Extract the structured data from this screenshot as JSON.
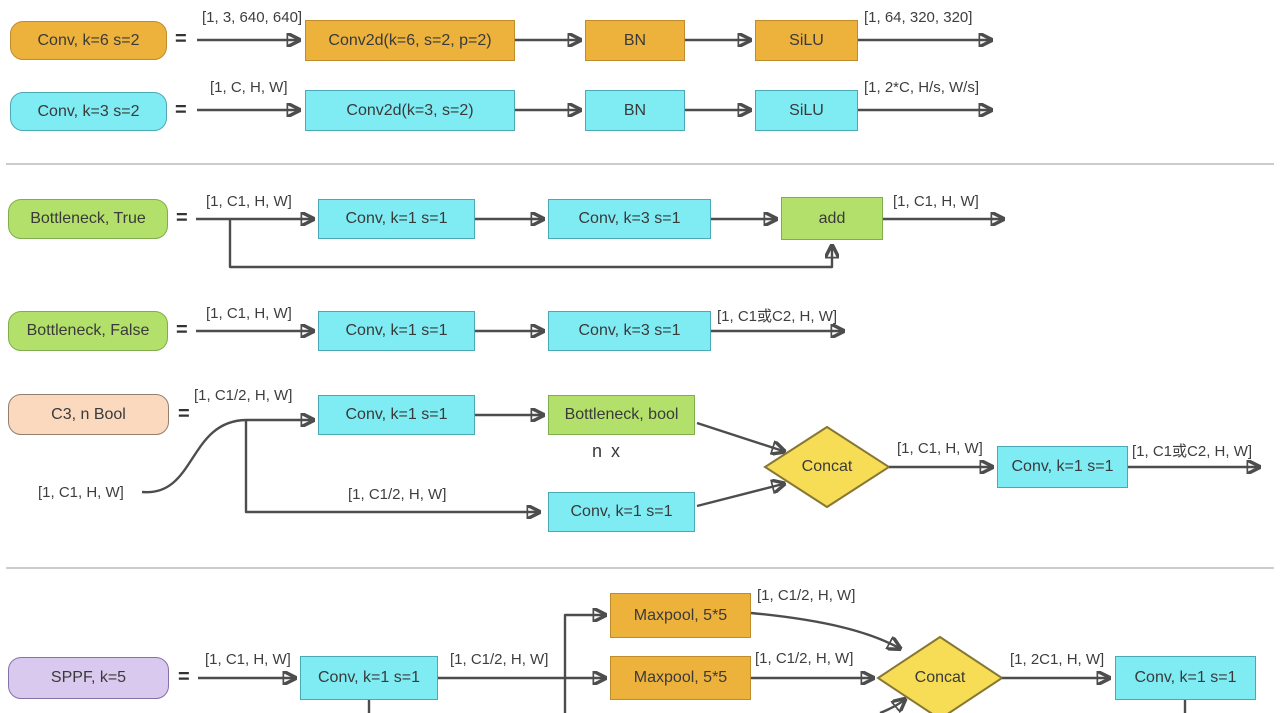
{
  "palette": {
    "orange_fill": "#ECB23C",
    "orange_border": "#BE8C2D",
    "cyan_fill": "#7FECF4",
    "cyan_border": "#4AA9B4",
    "green_fill": "#B2E06A",
    "green_border": "#7FAE4F",
    "peach_fill": "#FAD9BF",
    "peach_border": "#937F6E",
    "purple_fill": "#D9C9EE",
    "purple_border": "#8571A8",
    "yellow_fill": "#F7DD55",
    "yellow_border": "#877734",
    "arrow": "#4D4D4D",
    "divider": "#CCCCCC",
    "text": "#3A3A3A"
  },
  "diagram": {
    "conv_k6": {
      "pill": "Conv, k=6 s=2",
      "eq": "=",
      "in_label": "[1, 3, 640, 640]",
      "conv2d": "Conv2d(k=6, s=2, p=2)",
      "bn": "BN",
      "silu": "SiLU",
      "out_label": "[1, 64, 320, 320]"
    },
    "conv_k3": {
      "pill": "Conv, k=3 s=2",
      "eq": "=",
      "in_label": "[1, C, H, W]",
      "conv2d": "Conv2d(k=3, s=2)",
      "bn": "BN",
      "silu": "SiLU",
      "out_label": "[1, 2*C, H/s, W/s]"
    },
    "bottleneck_true": {
      "pill": "Bottleneck, True",
      "eq": "=",
      "in_label": "[1, C1, H, W]",
      "conv1": "Conv, k=1 s=1",
      "conv2": "Conv, k=3 s=1",
      "add": "add",
      "out_label": "[1, C1, H, W]"
    },
    "bottleneck_false": {
      "pill": "Bottleneck, False",
      "eq": "=",
      "in_label": "[1, C1, H, W]",
      "conv1": "Conv, k=1 s=1",
      "conv2": "Conv, k=3 s=1",
      "out_label": "[1, C1或C2, H, W]"
    },
    "c3": {
      "pill": "C3, n Bool",
      "eq": "=",
      "source_label": "[1, C1, H, W]",
      "upper_label": "[1, C1/2, H, W]",
      "lower_label": "[1, C1/2, H, W]",
      "conv_upper": "Conv, k=1 s=1",
      "bottleneck": "Bottleneck, bool",
      "repeat_label": "n x",
      "conv_lower": "Conv, k=1 s=1",
      "concat": "Concat",
      "concat_out_label": "[1, C1, H, W]",
      "conv_out": "Conv, k=1 s=1",
      "out_label": "[1, C1或C2, H, W]"
    },
    "sppf": {
      "pill": "SPPF, k=5",
      "eq": "=",
      "in_label": "[1, C1, H, W]",
      "conv_in": "Conv, k=1 s=1",
      "split_label": "[1, C1/2, H, W]",
      "maxpool1": "Maxpool, 5*5",
      "maxpool1_out_label": "[1, C1/2, H, W]",
      "maxpool2": "Maxpool, 5*5",
      "maxpool2_out_label": "[1, C1/2, H, W]",
      "concat": "Concat",
      "concat_out_label": "[1, 2C1, H, W]",
      "conv_out": "Conv, k=1 s=1"
    }
  }
}
